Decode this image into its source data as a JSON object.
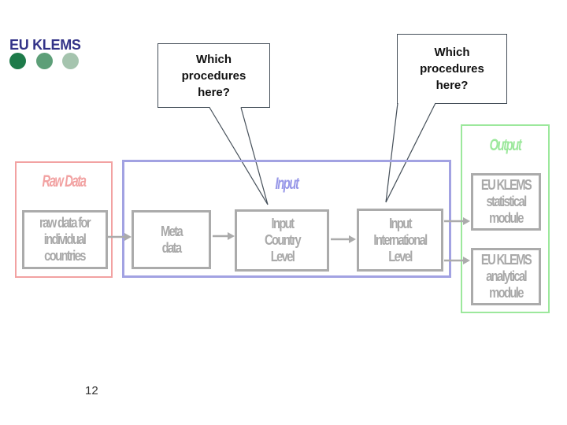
{
  "slide": {
    "page_number": "12"
  },
  "logo": {
    "text": "EU KLEMS",
    "dots": [
      "#1e7b4a",
      "#5d9f78",
      "#a5c4ae"
    ]
  },
  "callout_left": {
    "text": "Which procedures here?"
  },
  "callout_right": {
    "text": "Which procedures here?"
  },
  "sections": {
    "raw_data": {
      "title": "Raw Data",
      "box_label": "raw data for\nindividual\ncountries"
    },
    "input": {
      "title": "Input",
      "boxes": {
        "meta": "Meta\ndata",
        "country": "Input\nCountry\nLevel",
        "international": "Input\nInternational\nLevel"
      }
    },
    "output": {
      "title": "Output",
      "boxes": {
        "statistical": "EU KLEMS\nstatistical\nmodule",
        "analytical": "EU KLEMS\nanalytical\nmodule"
      }
    }
  },
  "colors": {
    "logo_text": "#333388",
    "raw_accent": "#f2a2a2",
    "input_accent": "#a2a2e2",
    "input_title": "#9898e8",
    "output_accent": "#9ce89c",
    "box_gray": "#ababab",
    "arrow_gray": "#ababab",
    "callout_line": "#454f59"
  }
}
